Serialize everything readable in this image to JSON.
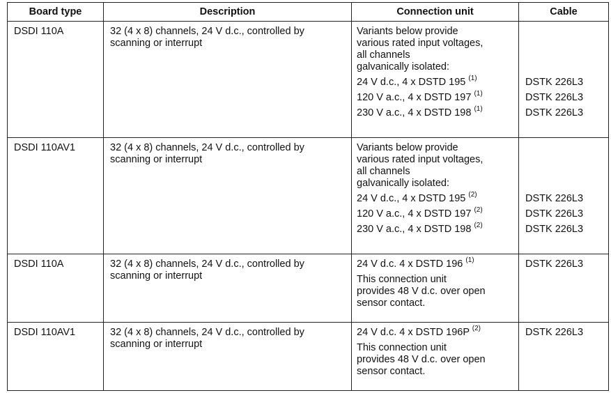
{
  "headers": [
    "Board type",
    "Description",
    "Connection unit",
    "Cable"
  ],
  "rows": [
    {
      "board": "DSDI 110A",
      "desc_lines": [
        "32 (4 x 8) channels, 24 V d.c., controlled by",
        "scanning or interrupt"
      ],
      "conn_intro": [
        "Variants below provide",
        "various rated input voltages,",
        "all channels",
        "galvanically isolated:"
      ],
      "variants": [
        {
          "text": "24 V d.c., 4 x DSTD 195 ",
          "sup": "(1)",
          "cable": "DSTK 226L3"
        },
        {
          "text": "120 V a.c., 4 x DSTD 197 ",
          "sup": "(1)",
          "cable": "DSTK 226L3"
        },
        {
          "text": "230 V a.c., 4 x DSTD 198 ",
          "sup": "(1)",
          "cable": "DSTK 226L3"
        }
      ]
    },
    {
      "board": "DSDI 110AV1",
      "desc_lines": [
        "32 (4 x 8) channels, 24 V d.c., controlled by",
        "scanning or interrupt"
      ],
      "conn_intro": [
        "Variants below provide",
        "various rated input voltages,",
        "all channels",
        "galvanically isolated:"
      ],
      "variants": [
        {
          "text": "24 V d.c., 4 x DSTD 195 ",
          "sup": "(2)",
          "cable": "DSTK 226L3"
        },
        {
          "text": "120 V a.c., 4 x DSTD 197 ",
          "sup": "(2)",
          "cable": "DSTK 226L3"
        },
        {
          "text": "230 V a.c., 4 x DSTD 198 ",
          "sup": "(2)",
          "cable": "DSTK 226L3"
        }
      ]
    },
    {
      "board": "DSDI 110A",
      "desc_lines": [
        "32 (4 x 8) channels, 24 V d.c., controlled by",
        "scanning or interrupt"
      ],
      "conn_first": {
        "text": "24 V d.c. 4 x DSTD 196 ",
        "sup": "(1)"
      },
      "conn_note": [
        "This connection unit",
        "provides 48 V d.c. over open",
        "sensor contact."
      ],
      "cable": "DSTK 226L3"
    },
    {
      "board": "DSDI 110AV1",
      "desc_lines": [
        "32 (4 x 8) channels, 24 V d.c., controlled by",
        "scanning or interrupt"
      ],
      "conn_first": {
        "text": "24 V d.c. 4 x DSTD 196P ",
        "sup": "(2)"
      },
      "conn_note": [
        "This connection unit",
        "provides 48 V d.c. over open",
        "sensor contact."
      ],
      "cable": "DSTK 226L3"
    }
  ]
}
